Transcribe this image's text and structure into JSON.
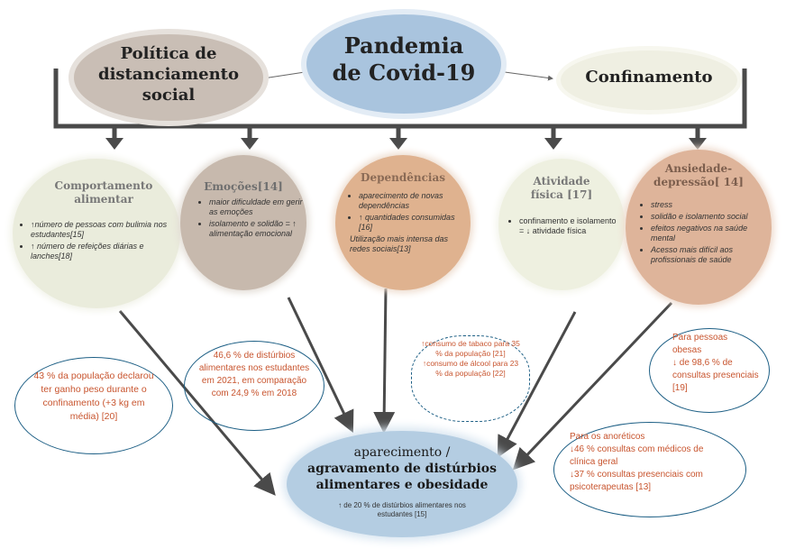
{
  "top": {
    "center_title_line1": "Pandemia",
    "center_title_line2": "de Covid-19",
    "left_title_line1": "Política de",
    "left_title_line2": "distanciamento",
    "left_title_line3": "social",
    "right_title": "Confinamento"
  },
  "factors": {
    "comportamento": {
      "title_line1": "Comportamento",
      "title_line2": "alimentar",
      "items": [
        "↑número de pessoas com bulimia nos estudantes[15]",
        "↑ número de refeições diárias e lanches[18]"
      ]
    },
    "emocoes": {
      "title": "Emoções[14]",
      "items": [
        "maior dificuldade em gerir as emoções",
        "isolamento e solidão = ↑ alimentação emocional"
      ]
    },
    "dependencias": {
      "title": "Dependências",
      "items": [
        "aparecimento de novas dependências",
        "↑ quantidades consumidas [16]"
      ],
      "extra": "Utilização mais intensa das redes sociais[13]"
    },
    "atividade": {
      "title_line1": "Atividade",
      "title_line2": "física [17]",
      "item": "confinamento e isolamento = ↓ atividade física"
    },
    "ansiedade": {
      "title_line1": "Ansiedade-",
      "title_line2": "depressão[ 14]",
      "items": [
        "stress",
        "solidão e isolamento social",
        "efeitos negativos na saúde mental",
        "Acesso mais difícil aos profissionais de saúde"
      ]
    }
  },
  "stats": {
    "peso": "43 % da população declarou ter ganho peso durante o confinamento (+3 kg em média) [20]",
    "disturbios": "46,6 % de distúrbios alimentares nos estudantes em 2021, em comparação com 24,9 % em 2018",
    "tabaco": "↑consumo de tabaco para 35 % da população [21]",
    "alcool": "↑consumo de álcool para 23 % da população [22]",
    "obesas_line1": "Para pessoas obesas",
    "obesas_line2": "↓ de 98,6 % de consultas presenciais [19]",
    "anoreticos_line1": "Para os anoréticos",
    "anoreticos_line2": "↓46 % consultas com médicos de clínica geral",
    "anoreticos_line3": "↓37 % consultas presenciais com psicoterapeutas [13]"
  },
  "outcome": {
    "title_line1": "aparecimento /",
    "title_line2": "agravamento de distúrbios",
    "title_line3": "alimentares e obesidade",
    "note": "↑ de 20 % de distúrbios alimentares nos estudantes [15]"
  },
  "colors": {
    "arrow": "#4a4a4a",
    "stat_text": "#c8552f",
    "circle_border": "#1d5f85",
    "center_fill": "#a9c4de",
    "left_fill": "#c9beb5",
    "right_fill": "#efefe2",
    "comportamento_fill": "#eaecdc",
    "emocoes_fill": "#c7b9ad",
    "dependencias_fill": "#dfb28f",
    "atividade_fill": "#eef0e0",
    "ansiedade_fill": "#deb49a",
    "outcome_fill": "#b4cde2"
  }
}
